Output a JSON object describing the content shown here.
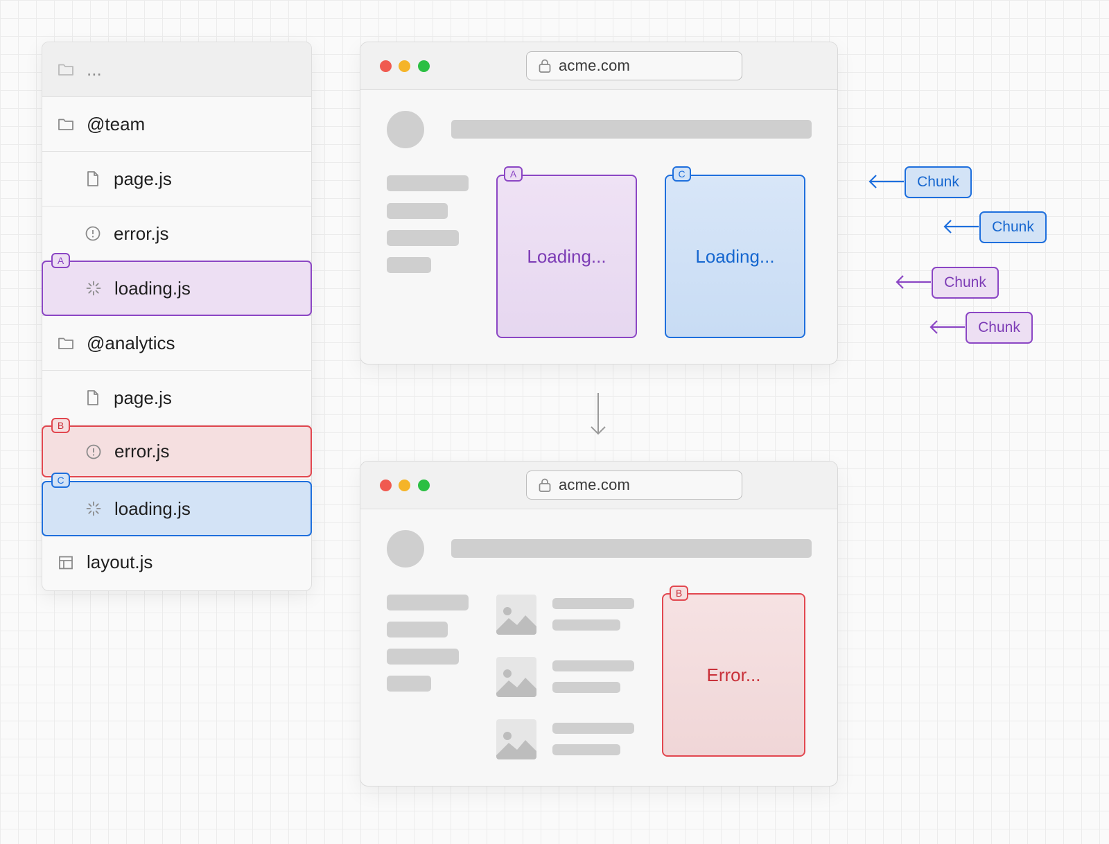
{
  "file_tree": {
    "rows": [
      {
        "label": "...",
        "icon": "folder-icon"
      },
      {
        "label": "@team",
        "icon": "folder-icon"
      },
      {
        "label": "page.js",
        "icon": "file-icon"
      },
      {
        "label": "error.js",
        "icon": "error-icon"
      },
      {
        "label": "loading.js",
        "icon": "spinner-icon",
        "marker": "A"
      },
      {
        "label": "@analytics",
        "icon": "folder-icon"
      },
      {
        "label": "page.js",
        "icon": "file-icon"
      },
      {
        "label": "error.js",
        "icon": "error-icon",
        "marker": "B"
      },
      {
        "label": "loading.js",
        "icon": "spinner-icon",
        "marker": "C"
      },
      {
        "label": "layout.js",
        "icon": "layout-icon"
      }
    ]
  },
  "markers": {
    "a": "A",
    "b": "B",
    "c": "C"
  },
  "browser_top": {
    "url": "acme.com",
    "panel_a": "Loading...",
    "panel_c": "Loading..."
  },
  "browser_bottom": {
    "url": "acme.com",
    "panel_b": "Error..."
  },
  "chunks": [
    {
      "label": "Chunk",
      "color": "blue"
    },
    {
      "label": "Chunk",
      "color": "blue"
    },
    {
      "label": "Chunk",
      "color": "purple"
    },
    {
      "label": "Chunk",
      "color": "purple"
    }
  ],
  "colors": {
    "purple": "#8b46c4",
    "red": "#e2474f",
    "blue": "#1e6fdd"
  }
}
